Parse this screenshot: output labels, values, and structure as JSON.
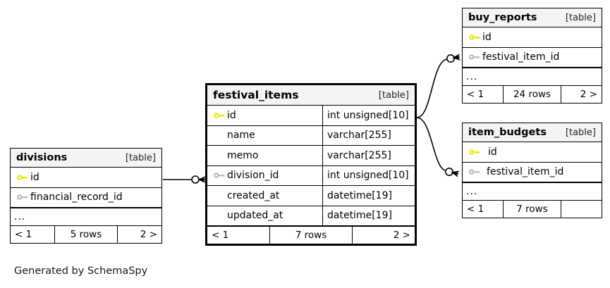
{
  "diagram": {
    "caption": "Generated by SchemaSpy",
    "table_tag": "[table]",
    "ellipsis": "...",
    "colors": {
      "primary_key": "#e8e800",
      "foreign_key": "#b9b9b9",
      "header_bg": "#f4f4f4",
      "border": "#000000",
      "background": "#ffffff"
    }
  },
  "tables": [
    {
      "id": "festival_items",
      "name": "festival_items",
      "tag": "[table]",
      "focus": true,
      "columns": [
        {
          "name": "id",
          "type": "int unsigned[10]",
          "key": "primary"
        },
        {
          "name": "name",
          "type": "varchar[255]",
          "key": "none"
        },
        {
          "name": "memo",
          "type": "varchar[255]",
          "key": "none"
        },
        {
          "name": "division_id",
          "type": "int unsigned[10]",
          "key": "foreign"
        },
        {
          "name": "created_at",
          "type": "datetime[19]",
          "key": "none"
        },
        {
          "name": "updated_at",
          "type": "datetime[19]",
          "key": "none"
        }
      ],
      "footer": {
        "prev": "< 1",
        "rows": "7 rows",
        "next": "2 >"
      }
    },
    {
      "id": "divisions",
      "name": "divisions",
      "tag": "[table]",
      "focus": false,
      "columns": [
        {
          "name": "id",
          "type": "",
          "key": "primary"
        },
        {
          "name": "financial_record_id",
          "type": "",
          "key": "foreign"
        }
      ],
      "has_ellipsis": true,
      "footer": {
        "prev": "< 1",
        "rows": "5 rows",
        "next": "2 >"
      }
    },
    {
      "id": "buy_reports",
      "name": "buy_reports",
      "tag": "[table]",
      "focus": false,
      "columns": [
        {
          "name": "id",
          "type": "",
          "key": "primary"
        },
        {
          "name": "festival_item_id",
          "type": "",
          "key": "foreign"
        }
      ],
      "has_ellipsis": true,
      "footer": {
        "prev": "< 1",
        "rows": "24 rows",
        "next": "2 >"
      }
    },
    {
      "id": "item_budgets",
      "name": "item_budgets",
      "tag": "[table]",
      "focus": false,
      "columns": [
        {
          "name": "id",
          "type": "",
          "key": "primary"
        },
        {
          "name": "festival_item_id",
          "type": "",
          "key": "foreign"
        }
      ],
      "has_ellipsis": true,
      "footer": {
        "prev": "< 1",
        "rows": "7 rows",
        "next": ""
      }
    }
  ],
  "relationships": [
    {
      "from": "divisions",
      "to": "festival_items",
      "label": ""
    },
    {
      "from": "festival_items",
      "to": "buy_reports",
      "label": ""
    },
    {
      "from": "festival_items",
      "to": "item_budgets",
      "label": ""
    }
  ]
}
